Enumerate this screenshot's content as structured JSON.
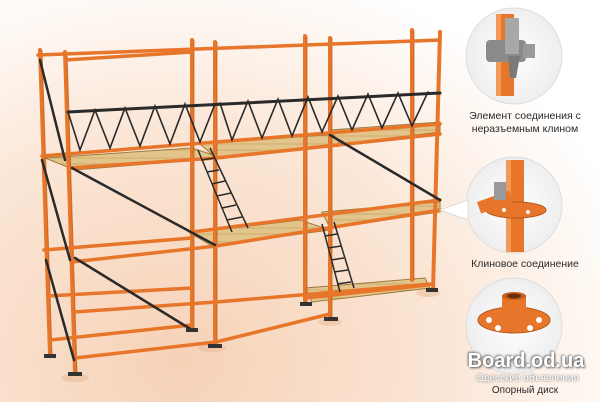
{
  "captions": {
    "wedge_element": "Элемент соединения с неразъемным клином",
    "wedge_joint": "Клиновое соединение",
    "base_disc": "Опорный диск"
  },
  "watermark": {
    "site": "Board.od.ua",
    "subtitle": "Одесские объявления"
  },
  "colors": {
    "frame_orange": "#e8762a",
    "frame_shadow": "#b8561a",
    "deck_wood": "#e3c48a",
    "brace_dark": "#2a2a2a",
    "bg_peach": "#f6d2b7"
  }
}
